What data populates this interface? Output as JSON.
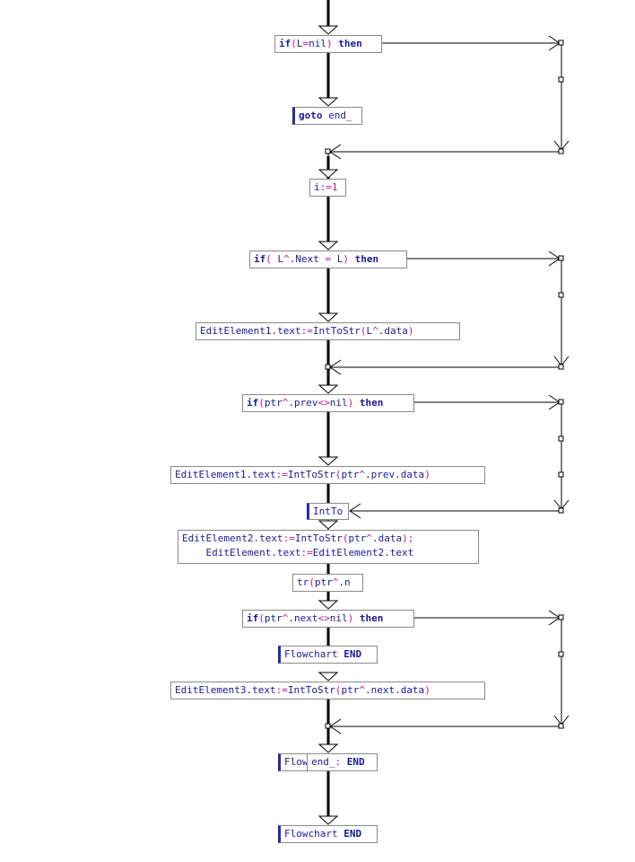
{
  "colors": {
    "line": "#000000",
    "box_border": "#8a8a8a",
    "text": "#1a1a9c",
    "symbol": "#c0188a",
    "jump_bar": "#2a2aa0"
  },
  "nodes": {
    "if_l_nil": {
      "p1": "if",
      "p2": "(",
      "p3": "L",
      "p4": "=",
      "p5": "nil",
      "p6": ") ",
      "p7": "then"
    },
    "goto_end": {
      "p1": "goto",
      "p2": " end_"
    },
    "assign_i": {
      "p1": "i",
      "p2": ":=",
      "p3": "1"
    },
    "if_l_next": {
      "p1": "if",
      "p2": "( ",
      "p3": "L",
      "p4": "^",
      "p5": ".Next ",
      "p6": "=",
      "p7": " L",
      "p8": ") ",
      "p9": "then"
    },
    "edit1_l_data": {
      "p1": "EditElement1.text",
      "p2": ":=",
      "p3": "IntToStr",
      "p4": "(",
      "p5": "L",
      "p6": "^",
      "p7": ".data",
      "p8": ")"
    },
    "if_ptr_prev": {
      "p1": "if",
      "p2": "(",
      "p3": "ptr",
      "p4": "^",
      "p5": ".prev",
      "p6": "<>",
      "p7": "nil",
      "p8": ") ",
      "p9": "then"
    },
    "edit1_prev_data": {
      "p1": "EditElement1.text",
      "p2": ":=",
      "p3": "IntToStr",
      "p4": "(",
      "p5": "ptr",
      "p6": "^",
      "p7": ".prev.data",
      "p8": ")"
    },
    "intto_fragment": {
      "p1": "IntTo"
    },
    "edit2_block": {
      "l1_p1": "EditElement2.text",
      "l1_p2": ":=",
      "l1_p3": "IntToStr",
      "l1_p4": "(",
      "l1_p5": "ptr",
      "l1_p6": "^",
      "l1_p7": ".data",
      "l1_p8": ");",
      "l2_p1": "    EditElement.text",
      "l2_p2": ":=",
      "l2_p3": "EditElement2.text"
    },
    "tr_fragment": {
      "p1": "tr",
      "p2": "(",
      "p3": "ptr",
      "p4": "^",
      "p5": ".n"
    },
    "if_ptr_next": {
      "p1": "if",
      "p2": "(",
      "p3": "ptr",
      "p4": "^",
      "p5": ".next",
      "p6": "<>",
      "p7": "nil",
      "p8": ") ",
      "p9": "then"
    },
    "flowchart_end_1": {
      "p1": "Flowchart",
      "p2": " END"
    },
    "edit3_next_data": {
      "p1": "EditElement3.text",
      "p2": ":=",
      "p3": "IntToStr",
      "p4": "(",
      "p5": "ptr",
      "p6": "^",
      "p7": ".next.data",
      "p8": ")"
    },
    "flow_fragment": {
      "p1": "Flow"
    },
    "end_label": {
      "p1": "end_",
      "p2": ":",
      "p3": " END"
    },
    "flowchart_end_2": {
      "p1": "Flowchart",
      "p2": " END"
    }
  }
}
